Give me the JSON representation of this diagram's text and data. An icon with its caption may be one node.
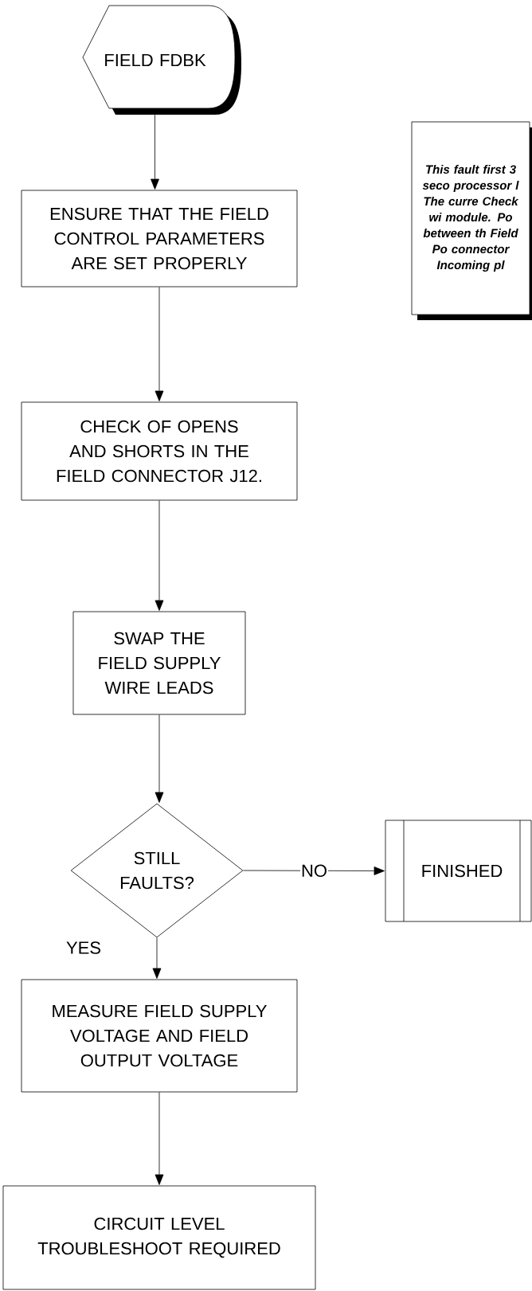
{
  "diagram": {
    "nodes": [
      {
        "text": [
          "FIELD FDBK"
        ]
      },
      {
        "text": [
          "This fault first 3 seco processor l The curre Check wi module. Po between th Field Po connector Incoming pl"
        ]
      },
      {
        "text": [
          "ENSURE THAT THE FIELD CONTROL PARAMETERS ARE SET PROPERLY"
        ]
      },
      {
        "text": [
          "CHECK OF OPENS AND SHORTS IN THE FIELD CONNECTOR J12."
        ]
      },
      {
        "text": [
          "SWAP THE FIELD SUPPLY WIRE LEADS"
        ]
      },
      {
        "text": [
          "STILL FAULTS?"
        ]
      },
      {
        "text": [
          "FINISHED"
        ]
      },
      {
        "text": [
          "MEASURE FIELD SUPPLY VOLTAGE AND FIELD OUTPUT VOLTAGE"
        ]
      },
      {
        "text": [
          "CIRCUIT LEVEL TROUBLESHOOT REQUIRED"
        ]
      }
    ],
    "edges": [
      {
        "from": 0,
        "to": 2,
        "arrow": "to"
      },
      {
        "from": 2,
        "to": 3,
        "arrow": "to"
      },
      {
        "from": 3,
        "to": 4,
        "arrow": "to"
      },
      {
        "from": 4,
        "to": 5,
        "arrow": "to"
      },
      {
        "from": 5,
        "to": 6,
        "arrow": "to",
        "label": "NO"
      },
      {
        "from": 5,
        "to": 7,
        "arrow": "to",
        "label": "YES"
      },
      {
        "from": 7,
        "to": 8,
        "arrow": "to"
      }
    ]
  }
}
